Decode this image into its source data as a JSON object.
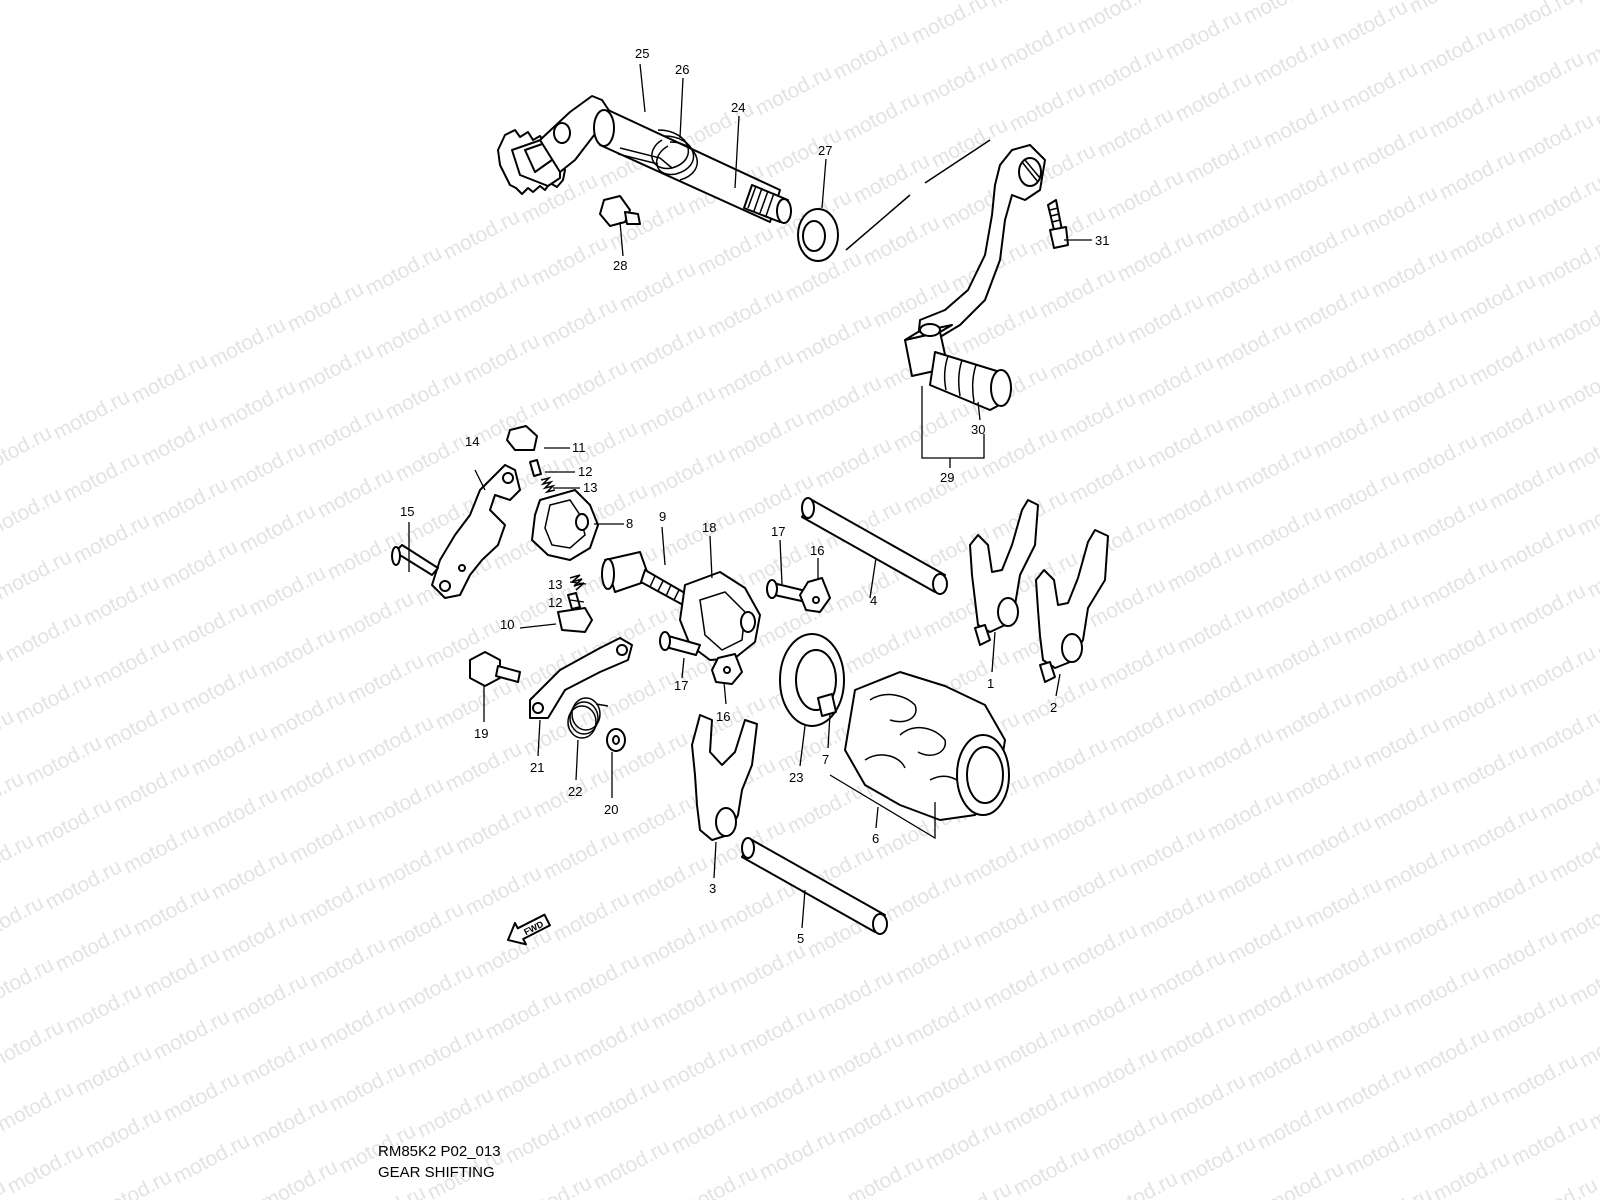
{
  "watermark": {
    "text": "motod.ru"
  },
  "caption": {
    "code": "RM85K2 P02_013",
    "title": "GEAR SHIFTING"
  },
  "fwd_label": "FWD",
  "callouts": [
    "1",
    "2",
    "3",
    "4",
    "5",
    "6",
    "7",
    "8",
    "9",
    "10",
    "11",
    "12",
    "13",
    "14",
    "15",
    "16",
    "17",
    "18",
    "19",
    "20",
    "21",
    "22",
    "23",
    "24",
    "25",
    "26",
    "27",
    "28",
    "29",
    "30",
    "31"
  ]
}
